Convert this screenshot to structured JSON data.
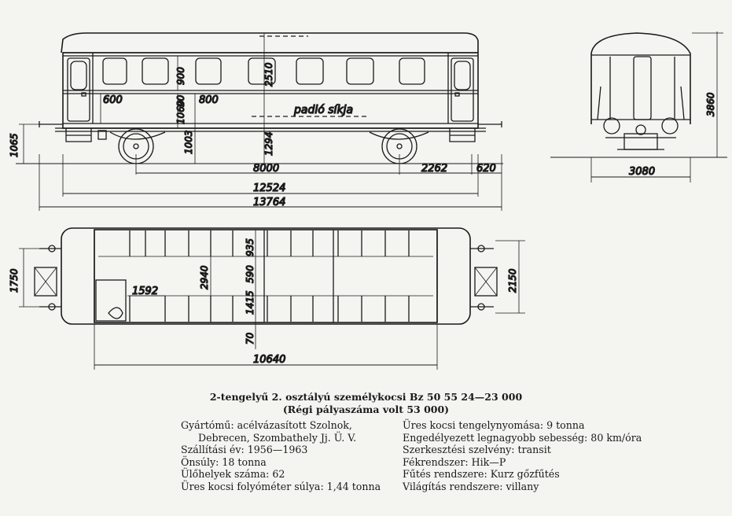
{
  "drawing": {
    "side_view": {
      "dimensions": {
        "door_width": "600",
        "window_width": "800",
        "window_height": "900",
        "belt_height": "90",
        "floor_to_window": "1060",
        "floor_height": "1003",
        "floor_to_roof": "2510",
        "rail_to_floor": "1294",
        "buffer_height": "1065",
        "wheelbase": "8000",
        "axle_to_end": "2262",
        "buffer_length": "620",
        "body_length": "12524",
        "length_over_buffers": "13764"
      },
      "floor_label": "padló síkja"
    },
    "end_view": {
      "dimensions": {
        "height": "3860",
        "width": "3080"
      }
    },
    "plan_view": {
      "dimensions": {
        "buffer_spacing": "1750",
        "width": "2150",
        "interior_width": "2940",
        "seat_pitch": "1592",
        "seat_depth": "935",
        "aisle_width": "590",
        "seat_bench_width": "1415",
        "wall_gap": "70",
        "interior_length": "10640"
      }
    }
  },
  "caption": {
    "title": "2-tengelyű 2. osztályú személykocsi Bz 50 55 24—23 000",
    "subtitle": "(Régi pályaszáma volt 53 000)"
  },
  "specs_left": [
    {
      "label": "Gyártómű",
      "value": "acélvázasított Szolnok,"
    },
    {
      "label": "",
      "value": "Debrecen, Szombathely Jj. Ü. V."
    },
    {
      "label": "Szállítási év",
      "value": "1956—1963"
    },
    {
      "label": "Önsúly",
      "value": "18 tonna"
    },
    {
      "label": "Ülőhelyek száma",
      "value": "62"
    },
    {
      "label": "Üres kocsi folyóméter súlya",
      "value": "1,44 tonna"
    }
  ],
  "specs_right": [
    {
      "label": "Üres kocsi tengelynyomása",
      "value": "9 tonna"
    },
    {
      "label": "Engedélyezett legnagyobb sebesség",
      "value": "80 km/óra"
    },
    {
      "label": "Szerkesztési szelvény",
      "value": "transit"
    },
    {
      "label": "Fékrendszer",
      "value": "Hik—P"
    },
    {
      "label": "Fűtés rendszere",
      "value": "Kurz gőzfűtés"
    },
    {
      "label": "Világítás rendszere",
      "value": "villany"
    }
  ]
}
